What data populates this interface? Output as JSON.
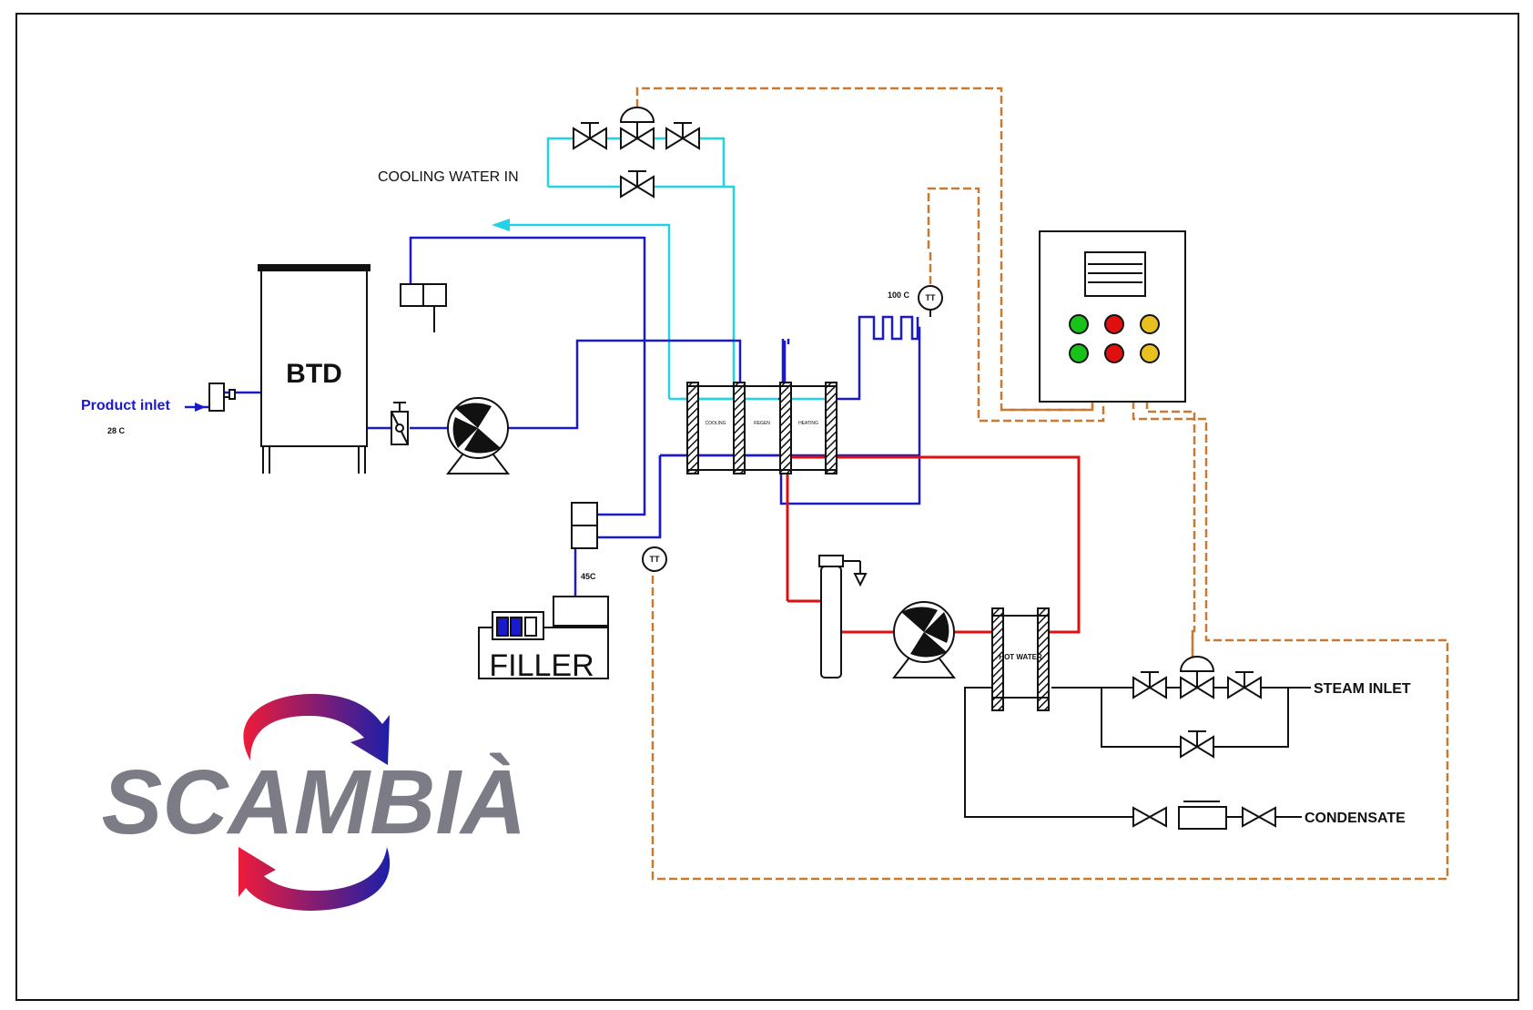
{
  "labels": {
    "cooling_water_in": "COOLING WATER IN",
    "btd": "BTD",
    "product_inlet": "Product inlet",
    "product_temp": "28 C",
    "temp_100": "100 C",
    "temp_45": "45C",
    "tt_top": "TT",
    "tt_bottom": "TT",
    "filler": "FILLER",
    "hot_water": "HOT WATER",
    "steam_inlet": "STEAM INLET",
    "condensate": "CONDENSATE",
    "plate_cooling": "COOLING",
    "plate_middle": "REGEN",
    "plate_heating": "HEATING"
  },
  "logo": {
    "text": "SCAMBIÀ"
  },
  "colors": {
    "product_line": "#1a1acc",
    "cooling_line": "#22d3e6",
    "hot_water_line": "#e01010",
    "signal_line": "#c87a35",
    "steam_line": "#111111",
    "logo_gray": "#7b7c85",
    "lamp_green": "#19c219",
    "lamp_red": "#e01010",
    "lamp_yellow": "#e8c020"
  },
  "control_panel": {
    "lamps": [
      "green",
      "red",
      "yellow",
      "green",
      "red",
      "yellow"
    ]
  }
}
